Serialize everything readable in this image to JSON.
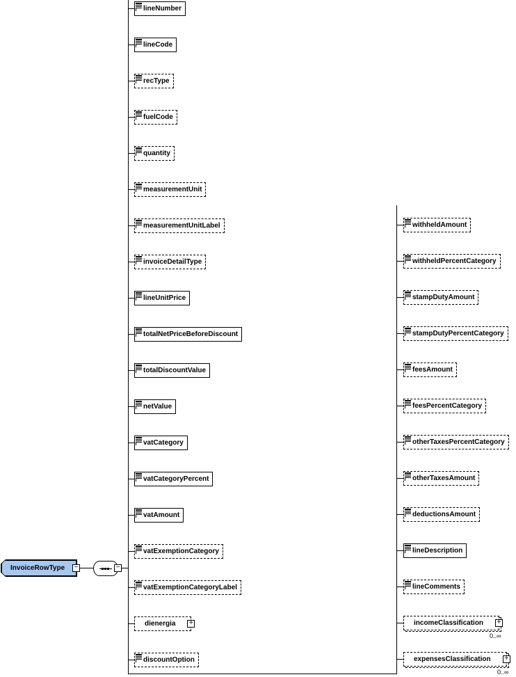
{
  "root": {
    "name": "InvoiceRowType",
    "color": "#a9c8ef"
  },
  "compositor": {
    "type": "sequence"
  },
  "left_column": [
    {
      "name": "lineNumber",
      "optional": false
    },
    {
      "name": "lineCode",
      "optional": false
    },
    {
      "name": "recType",
      "optional": true
    },
    {
      "name": "fuelCode",
      "optional": true
    },
    {
      "name": "quantity",
      "optional": true
    },
    {
      "name": "measurementUnit",
      "optional": true
    },
    {
      "name": "measurementUnitLabel",
      "optional": true
    },
    {
      "name": "invoiceDetailType",
      "optional": true
    },
    {
      "name": "lineUnitPrice",
      "optional": false
    },
    {
      "name": "totalNetPriceBeforeDiscount",
      "optional": false
    },
    {
      "name": "totalDiscountValue",
      "optional": false
    },
    {
      "name": "netValue",
      "optional": false
    },
    {
      "name": "vatCategory",
      "optional": false
    },
    {
      "name": "vatCategoryPercent",
      "optional": false
    },
    {
      "name": "vatAmount",
      "optional": false
    },
    {
      "name": "vatExemptionCategory",
      "optional": true
    },
    {
      "name": "vatExemptionCategoryLabel",
      "optional": true
    },
    {
      "name": "dienergia",
      "optional": true,
      "complex": true
    },
    {
      "name": "discountOption",
      "optional": true
    }
  ],
  "right_column": [
    {
      "name": "withheldAmount",
      "optional": true
    },
    {
      "name": "withheldPercentCategory",
      "optional": true
    },
    {
      "name": "stampDutyAmount",
      "optional": true
    },
    {
      "name": "stampDutyPercentCategory",
      "optional": true
    },
    {
      "name": "feesAmount",
      "optional": true
    },
    {
      "name": "feesPercentCategory",
      "optional": true
    },
    {
      "name": "otherTaxesPercentCategory",
      "optional": true
    },
    {
      "name": "otherTaxesAmount",
      "optional": true
    },
    {
      "name": "deductionsAmount",
      "optional": true
    },
    {
      "name": "lineDescription",
      "optional": false
    },
    {
      "name": "lineComments",
      "optional": true
    },
    {
      "name": "incomeClassification",
      "optional": true,
      "complex": true,
      "occurrence": "0..∞"
    },
    {
      "name": "expensesClassification",
      "optional": true,
      "complex": true,
      "occurrence": "0..∞"
    }
  ]
}
